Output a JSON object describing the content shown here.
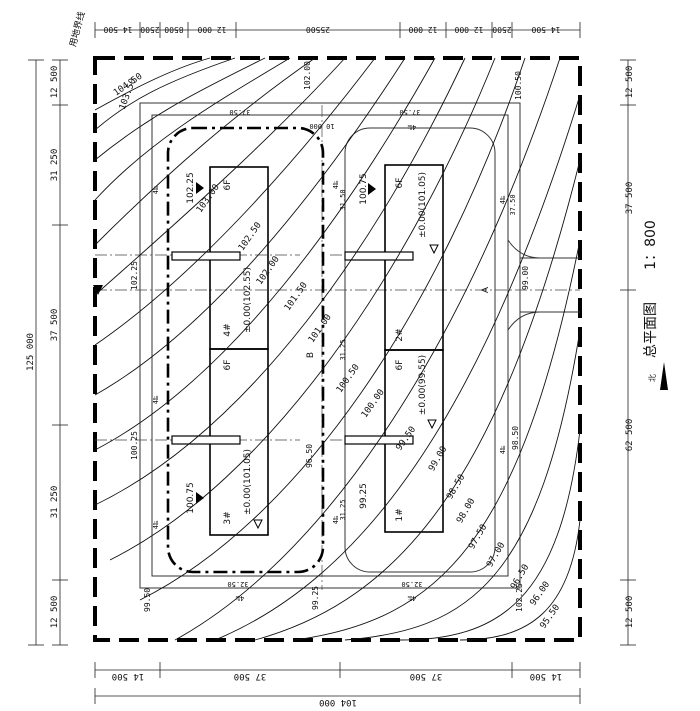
{
  "title": "总平面图",
  "scale": "1：800",
  "north": "北",
  "boundary_label": "用地界线",
  "top_dims": [
    "14 500",
    "2500",
    "8500",
    "12 000",
    "25500",
    "12 000",
    "12 000",
    "2500",
    "14 500"
  ],
  "bottom_dims": [
    "14 500",
    "37 500",
    "37 500",
    "14 500"
  ],
  "bottom_total": "104 000",
  "left_total": "125 000",
  "left_dims": [
    "12 500",
    "31 250",
    "37 500",
    "31 250",
    "12 500"
  ],
  "right_dims": [
    "12 500",
    "37 500",
    "62 500",
    "12 500"
  ],
  "buildings": [
    {
      "label": "4#",
      "floors": "6F",
      "elev": "±0.00(102.55)",
      "ground": "102.25"
    },
    {
      "label": "3#",
      "floors": "6F",
      "elev": "±0.00(101.05)",
      "ground": "100.75"
    },
    {
      "label": "2#",
      "floors": "6F",
      "elev": "±0.00(101.05)",
      "ground": "100.75"
    },
    {
      "label": "1#",
      "floors": "6F",
      "elev": "±0.00(99.55)",
      "ground": "99.25"
    }
  ],
  "contours": [
    "104.50",
    "103.50",
    "103.00",
    "102.50",
    "102.00",
    "101.50",
    "101.00",
    "100.50",
    "100.00",
    "99.50",
    "99.00",
    "98.50",
    "98.00",
    "97.50",
    "97.00",
    "96.50",
    "96.00",
    "95.50"
  ],
  "spot_elevations": [
    "100.50",
    "102.00",
    "99.00",
    "102.25",
    "100.75",
    "99.25",
    "98.50",
    "96.50",
    "98.00",
    "102.25",
    "100.75",
    "99.50",
    "100.25"
  ],
  "road_labels": [
    "37.50",
    "37.50",
    "10 000",
    "37.50",
    "32.50",
    "4‰",
    "4‰",
    "4‰",
    "4‰",
    "4‰",
    "4‰",
    "4‰",
    "32.50",
    "31.50",
    "37.50",
    "31.25",
    "31.25",
    "4‰",
    "4‰",
    "4‰"
  ],
  "points": [
    "A",
    "B"
  ]
}
